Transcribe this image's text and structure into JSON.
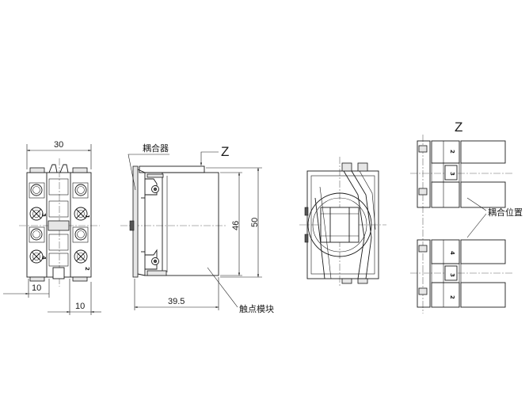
{
  "front_view": {
    "width_dim": "30",
    "offset_dim_left": "10",
    "offset_dim_bottom": "10",
    "terminal_labels": [
      "3",
      "1",
      "4",
      "2"
    ]
  },
  "side_view": {
    "coupler_label": "耦合器",
    "view_arrow_label": "Z",
    "inner_height_dim": "46",
    "outer_height_dim": "50",
    "depth_dim": "39.5",
    "contact_module_label": "触点模块"
  },
  "z_view": {
    "title": "Z",
    "coupling_position_label": "耦合位置",
    "terminal_labels": [
      "2",
      "3",
      "4",
      "3",
      "2"
    ]
  }
}
